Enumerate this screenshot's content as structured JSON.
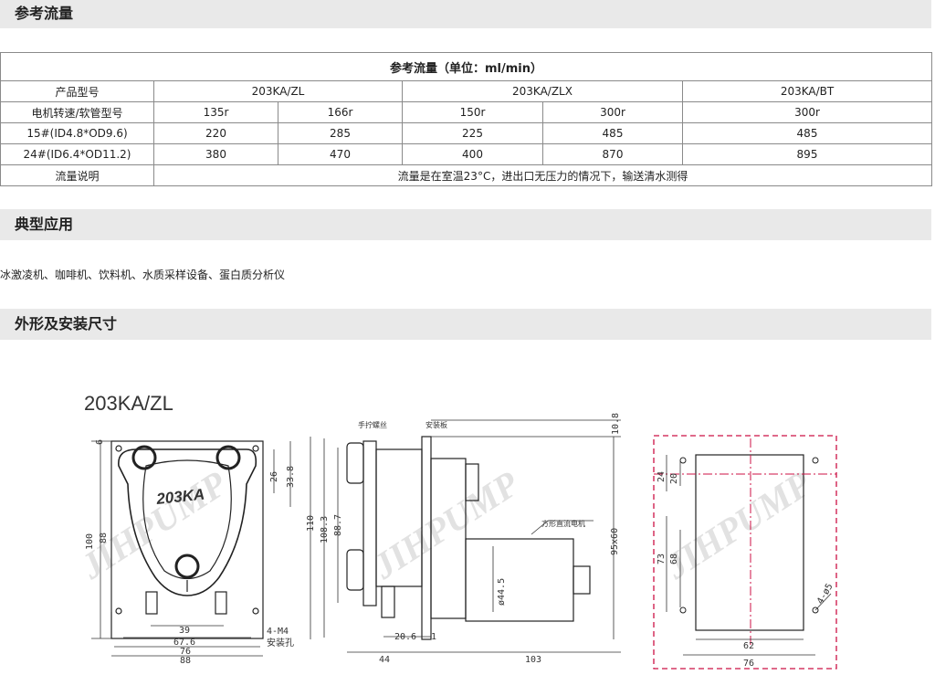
{
  "sections": {
    "flow_title": "参考流量",
    "apps_title": "典型应用",
    "dims_title": "外形及安装尺寸"
  },
  "flow_table": {
    "caption": "参考流量（单位：ml/min）",
    "row_model": {
      "label": "产品型号",
      "models": [
        "203KA/ZL",
        "203KA/ZLX",
        "203KA/BT"
      ]
    },
    "row_speed": {
      "label": "电机转速/软管型号",
      "values": [
        "135r",
        "166r",
        "150r",
        "300r",
        "300r"
      ]
    },
    "row_tube15": {
      "label": "15#(ID4.8*OD9.6)",
      "values": [
        "220",
        "285",
        "225",
        "485",
        "485"
      ]
    },
    "row_tube24": {
      "label": "24#(ID6.4*OD11.2)",
      "values": [
        "380",
        "470",
        "400",
        "870",
        "895"
      ]
    },
    "row_note": {
      "label": "流量说明",
      "text": "流量是在室温23°C，进出口无压力的情况下，输送清水测得"
    }
  },
  "applications": "冰激凌机、咖啡机、饮料机、水质采样设备、蛋白质分析仪",
  "drawing": {
    "model": "203KA/ZL",
    "front": {
      "head_text": "203KA",
      "dims": [
        "6",
        "26",
        "33.8",
        "100",
        "88",
        "39",
        "67.6",
        "76",
        "88"
      ],
      "hole_note_1": "4-M4",
      "hole_note_2": "安装孔"
    },
    "side": {
      "labels": [
        "手拧螺丝",
        "安装板",
        "方形直流电机"
      ],
      "dims": [
        "10.8",
        "110",
        "108.3",
        "88.7",
        "95x60",
        "ø44.5",
        "20.6",
        "1",
        "44",
        "103"
      ]
    },
    "back": {
      "dims": [
        "24",
        "20",
        "73",
        "68",
        "4-ø5",
        "62",
        "76"
      ]
    },
    "watermark": "JIHPUMP"
  }
}
